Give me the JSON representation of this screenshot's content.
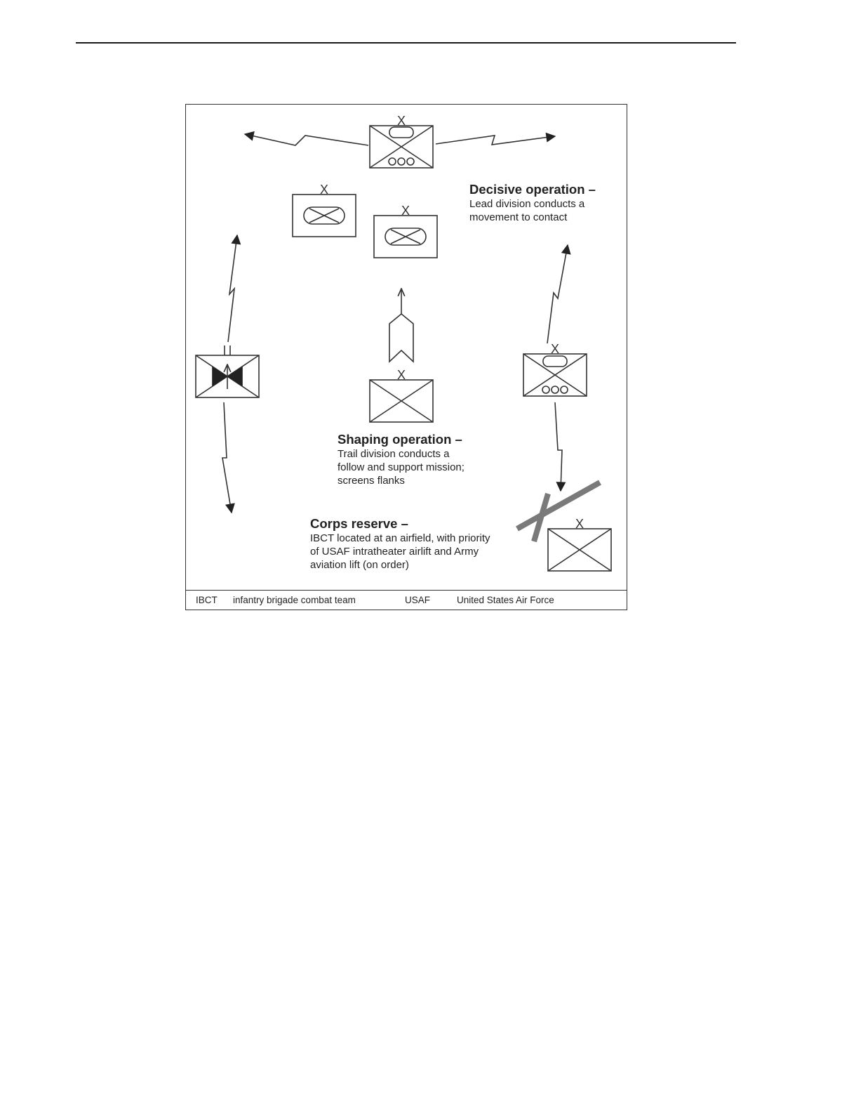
{
  "figure": {
    "colors": {
      "line": "#333333",
      "reserve_strike": "#7a7a7a"
    },
    "unit_echelon_mark": "X",
    "decisive": {
      "heading": "Decisive operation –",
      "body": "Lead division conducts a\nmovement to contact"
    },
    "shaping": {
      "heading": "Shaping operation –",
      "body": "Trail division conducts a\nfollow and support mission;\nscreens flanks"
    },
    "reserve": {
      "heading": "Corps reserve –",
      "body": "IBCT located at an airfield, with priority\nof USAF intratheater airlift and Army\naviation lift (on order)"
    },
    "glossary": [
      {
        "term": "IBCT",
        "definition": "infantry brigade combat team"
      },
      {
        "term": "USAF",
        "definition": "United States Air Force"
      }
    ]
  }
}
